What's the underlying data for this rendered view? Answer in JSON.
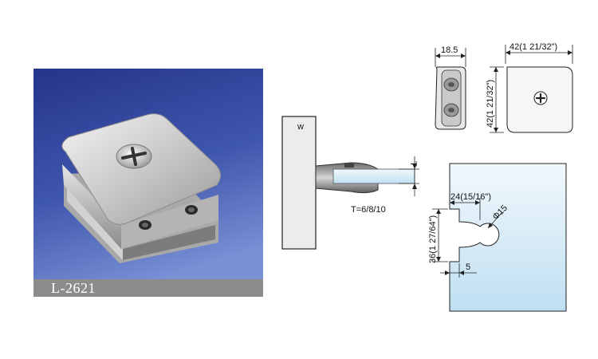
{
  "product": {
    "code": "L-2621"
  },
  "side_view": {
    "width": "18.5"
  },
  "front_view": {
    "width": "42(1 21/32\")",
    "height": "42(1 21/32\")"
  },
  "install_view": {
    "wall_mark": "w",
    "thickness_label": "T",
    "thickness_values": "T=6/8/10"
  },
  "cutout_view": {
    "notch_width": "24(15/16\")",
    "notch_height": "36(1 27/64\")",
    "hole_diameter": "Φ15",
    "offset": "5"
  },
  "colors": {
    "photo_bg_top": "#2b3d8f",
    "photo_bg_bottom": "#6e86cf",
    "glass_top": "#e8f2fa",
    "glass_bottom": "#bfe0f2"
  }
}
